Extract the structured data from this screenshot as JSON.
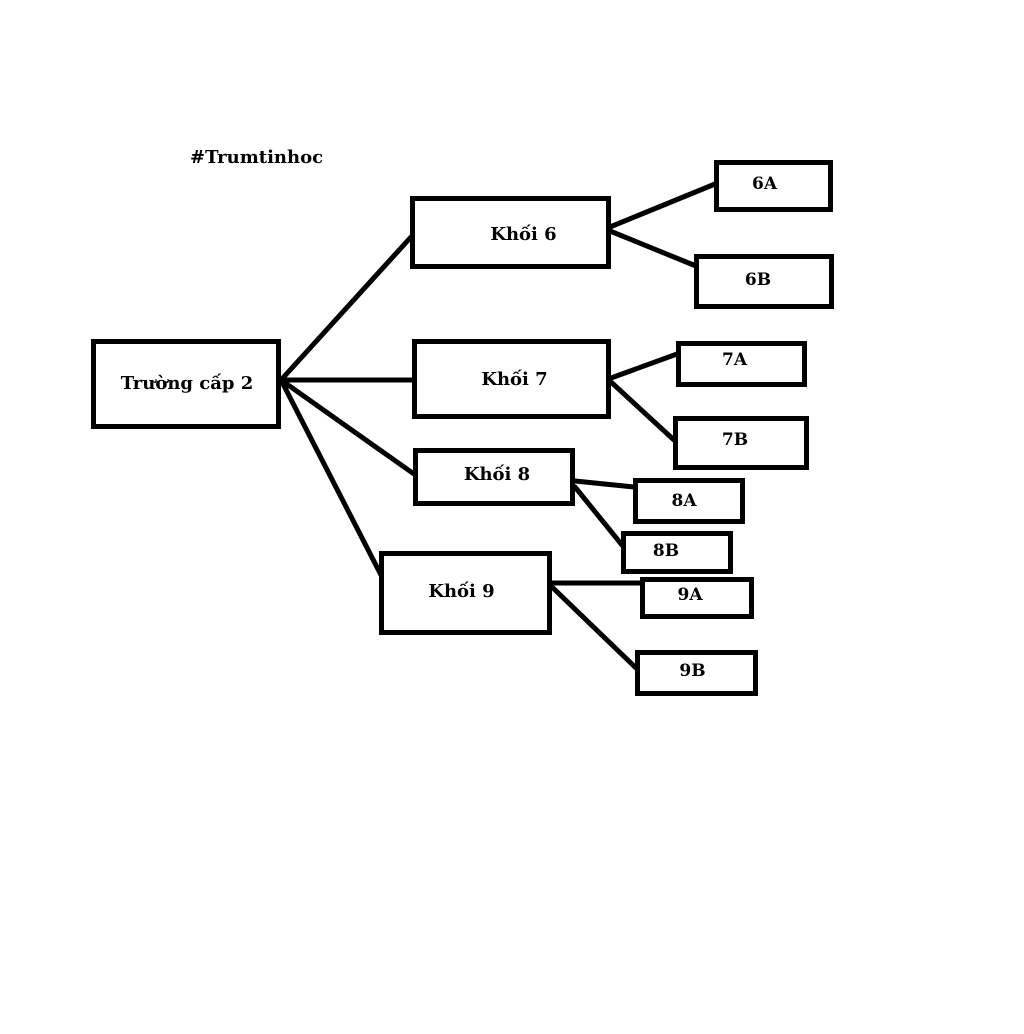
{
  "hashtag": "#Trumtinhoc",
  "tree": {
    "root": "Trường cấp 2",
    "grades": [
      {
        "label": "Khối 6",
        "classes": [
          "6A",
          "6B"
        ]
      },
      {
        "label": "Khối 7",
        "classes": [
          "7A",
          "7B"
        ]
      },
      {
        "label": "Khối 8",
        "classes": [
          "8A",
          "8B"
        ]
      },
      {
        "label": "Khối 9",
        "classes": [
          "9A",
          "9B"
        ]
      }
    ]
  },
  "colors": {
    "line": "#000000",
    "background": "#ffffff"
  }
}
